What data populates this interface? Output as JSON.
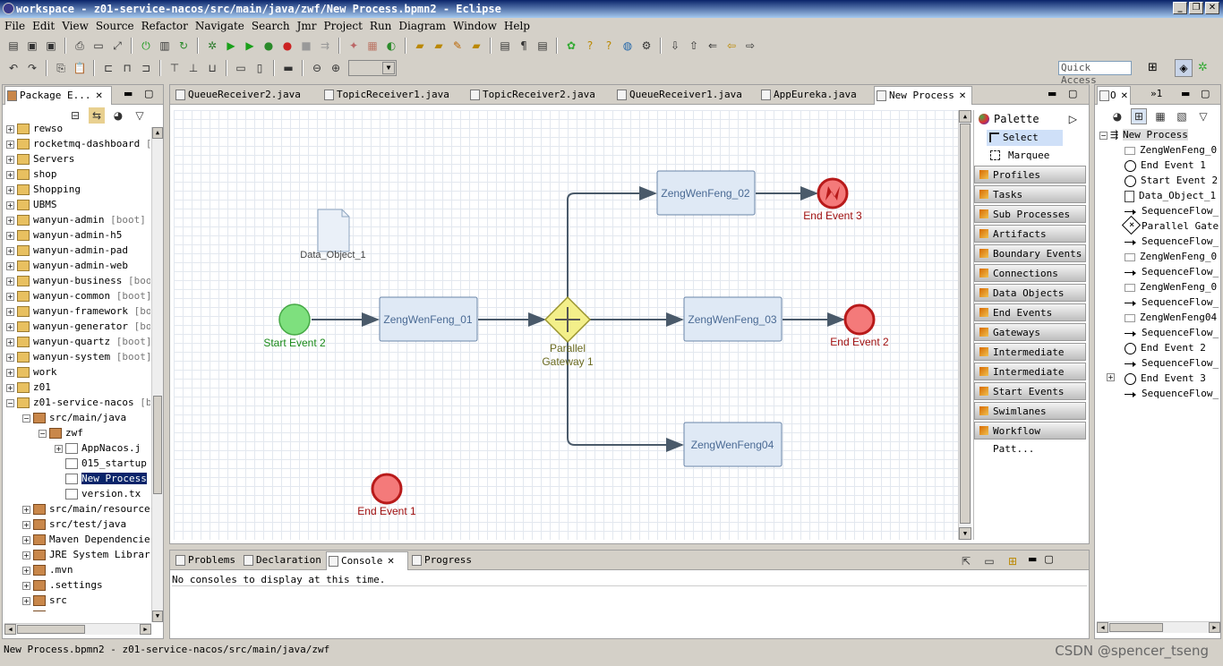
{
  "window": {
    "title": "workspace - z01-service-nacos/src/main/java/zwf/New Process.bpmn2 - Eclipse"
  },
  "menu": [
    "File",
    "Edit",
    "View",
    "Source",
    "Refactor",
    "Navigate",
    "Search",
    "Jmr",
    "Project",
    "Run",
    "Diagram",
    "Window",
    "Help"
  ],
  "quick_access": "Quick Access",
  "package_explorer": {
    "tab": "Package E...",
    "items": [
      {
        "label": "rewso",
        "extra": "",
        "indent": 0
      },
      {
        "label": "rocketmq-dashboard",
        "extra": "[",
        "indent": 0
      },
      {
        "label": "Servers",
        "extra": "",
        "indent": 0
      },
      {
        "label": "shop",
        "extra": "",
        "indent": 0
      },
      {
        "label": "Shopping",
        "extra": "",
        "indent": 0
      },
      {
        "label": "UBMS",
        "extra": "",
        "indent": 0
      },
      {
        "label": "wanyun-admin",
        "extra": "[boot]",
        "indent": 0
      },
      {
        "label": "wanyun-admin-h5",
        "extra": "",
        "indent": 0
      },
      {
        "label": "wanyun-admin-pad",
        "extra": "",
        "indent": 0
      },
      {
        "label": "wanyun-admin-web",
        "extra": "",
        "indent": 0
      },
      {
        "label": "wanyun-business",
        "extra": "[boo",
        "indent": 0
      },
      {
        "label": "wanyun-common",
        "extra": "[boot]",
        "indent": 0
      },
      {
        "label": "wanyun-framework",
        "extra": "[bo",
        "indent": 0
      },
      {
        "label": "wanyun-generator",
        "extra": "[bo",
        "indent": 0
      },
      {
        "label": "wanyun-quartz",
        "extra": "[boot]",
        "indent": 0
      },
      {
        "label": "wanyun-system",
        "extra": "[boot]",
        "indent": 0
      },
      {
        "label": "work",
        "extra": "",
        "indent": 0
      },
      {
        "label": "z01",
        "extra": "",
        "indent": 0
      },
      {
        "label": "z01-service-nacos",
        "extra": "[b",
        "indent": 0
      },
      {
        "label": "src/main/java",
        "extra": "",
        "indent": 1
      },
      {
        "label": "zwf",
        "extra": "",
        "indent": 2
      },
      {
        "label": "AppNacos.j",
        "extra": "",
        "indent": 3
      },
      {
        "label": "015_startup",
        "extra": "",
        "indent": 3
      },
      {
        "label": "New Process",
        "extra": "",
        "indent": 3
      },
      {
        "label": "version.tx",
        "extra": "",
        "indent": 3
      },
      {
        "label": "src/main/resource",
        "extra": "",
        "indent": 1
      },
      {
        "label": "src/test/java",
        "extra": "",
        "indent": 1
      },
      {
        "label": "Maven Dependencie",
        "extra": "",
        "indent": 1
      },
      {
        "label": "JRE System Librar",
        "extra": "",
        "indent": 1
      },
      {
        "label": ".mvn",
        "extra": "",
        "indent": 1
      },
      {
        "label": ".settings",
        "extra": "",
        "indent": 1
      },
      {
        "label": "src",
        "extra": "",
        "indent": 1
      },
      {
        "label": "target",
        "extra": "",
        "indent": 1
      }
    ]
  },
  "editor_tabs": [
    "QueueReceiver2.java",
    "TopicReceiver1.java",
    "TopicReceiver2.java",
    "QueueReceiver1.java",
    "AppEureka.java",
    "New Process"
  ],
  "diagram": {
    "nodes": {
      "start_event_2": "Start Event 2",
      "task_01": "ZengWenFeng_01",
      "task_02": "ZengWenFeng_02",
      "task_03": "ZengWenFeng_03",
      "task_04": "ZengWenFeng04",
      "gateway": "Parallel\nGateway 1",
      "end_event_3": "End Event 3",
      "end_event_2": "End Event 2",
      "end_event_1": "End Event 1",
      "data_object": "Data_Object_1"
    },
    "colors": {
      "task_fill": "#dfe9f5",
      "task_border": "#6a85a8",
      "start_fill": "#7ee07e",
      "end_fill": "#f47a7a",
      "gateway_fill": "#f3ef8a",
      "flow": "#4a5a6a"
    }
  },
  "palette": {
    "title": "Palette",
    "tools": [
      "Select",
      "Marquee"
    ],
    "drawers": [
      "Profiles",
      "Tasks",
      "Sub Processes",
      "Artifacts",
      "Boundary Events",
      "Connections",
      "Data Objects",
      "End Events",
      "Gateways",
      "Intermediate ...",
      "Intermediate ...",
      "Start Events",
      "Swimlanes",
      "Workflow Patt..."
    ]
  },
  "outline": {
    "tab": "O",
    "root": "New Process",
    "items": [
      {
        "icon": "box",
        "label": "ZengWenFeng_0"
      },
      {
        "icon": "circ",
        "label": "End Event 1"
      },
      {
        "icon": "circ",
        "label": "Start Event 2"
      },
      {
        "icon": "doc",
        "label": "Data_Object_1"
      },
      {
        "icon": "line",
        "label": "SequenceFlow_"
      },
      {
        "icon": "gw",
        "label": "Parallel Gate"
      },
      {
        "icon": "line",
        "label": "SequenceFlow_"
      },
      {
        "icon": "box",
        "label": "ZengWenFeng_0"
      },
      {
        "icon": "line",
        "label": "SequenceFlow_"
      },
      {
        "icon": "box",
        "label": "ZengWenFeng_0"
      },
      {
        "icon": "line",
        "label": "SequenceFlow_"
      },
      {
        "icon": "box",
        "label": "ZengWenFeng04"
      },
      {
        "icon": "line",
        "label": "SequenceFlow_"
      },
      {
        "icon": "circ",
        "label": "End Event 2"
      },
      {
        "icon": "line",
        "label": "SequenceFlow_"
      },
      {
        "icon": "circ",
        "label": "End Event 3"
      },
      {
        "icon": "line",
        "label": "SequenceFlow_"
      }
    ]
  },
  "console": {
    "tabs": [
      "Problems",
      "Declaration",
      "Console",
      "Progress"
    ],
    "message": "No consoles to display at this time."
  },
  "status": {
    "text": "New Process.bpmn2 - z01-service-nacos/src/main/java/zwf"
  },
  "watermark": "CSDN @spencer_tseng"
}
